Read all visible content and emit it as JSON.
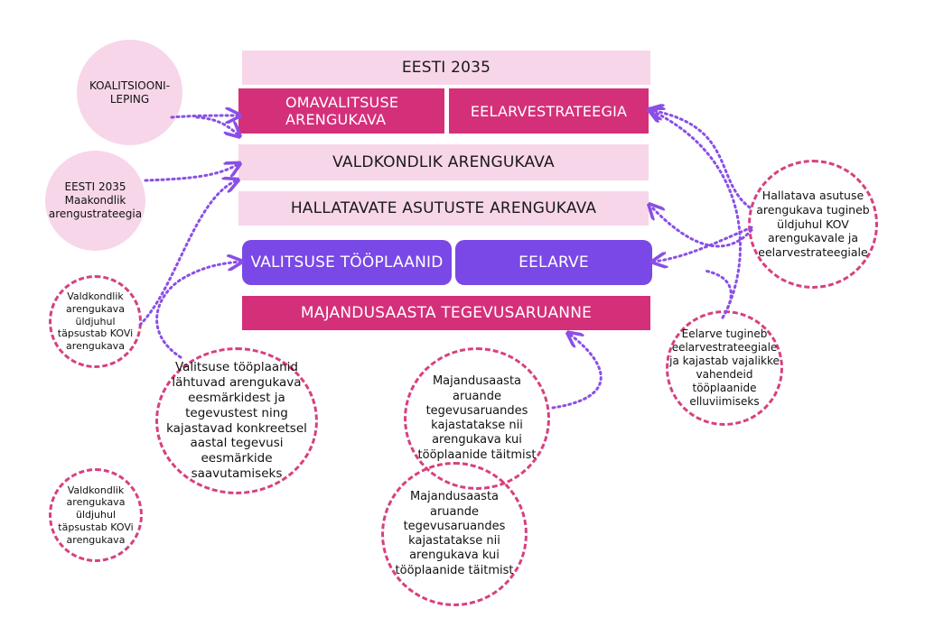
{
  "boxes": {
    "eesti": "EESTI 2035",
    "omavalitsus": "OMAVALITSUSE\nARENGUKAVA",
    "eelarvestrateegia": "EELARVESTRATEEGIA",
    "valdkondlik": "VALDKONDLIK ARENGUKAVA",
    "hallatavate": "HALLATAVATE ASUTUSTE ARENGUKAVA",
    "valitsuse": "VALITSUSE TÖÖPLAANID",
    "eelarve": "EELARVE",
    "majandusaasta": "MAJANDUSAASTA TEGEVUSARUANNE"
  },
  "circles": {
    "koalitsioon": "KOALITSIOONI-\nLEPING",
    "maakondlik": "EESTI 2035\nMaakondlik\narengustrateegia",
    "valdkondlik_1": "Valdkondlik\narengukava\nüldjuhul\ntäpsustab KOVi\narengukava",
    "valitsuse_note": "Valitsuse tööplaanid\nlähtuvad arengukava\neesmärkidest ja\ntegevustest ning\nkajastavad konkreetsel\naastal tegevusi\neesmärkide\nsaavutamiseks",
    "majandus_1": "Majandusaasta\naruande\ntegevusaruandes\nkajastatakse nii\narengukava kui\ntööplaanide täitmist",
    "hallatava_note": "Hallatava asutuse\narengukava tugineb\nüldjuhul KOV\narengukavale ja\neelarvestrateegiale",
    "eelarve_note": "Eelarve tugineb\neelarvestrateegiale\nja kajastab vajalikke\nvahendeid\ntööplaanide\nelluviimiseks",
    "valdkondlik_2": "Valdkondlik\narengukava\nüldjuhul\ntäpsustab KOVi\narengukava",
    "majandus_2": "Majandusaasta\naruande\ntegevusaruandes\nkajastatakse nii\narengukava kui\ntööplaanide täitmist"
  },
  "colors": {
    "light_pink": "#f7d6ea",
    "magenta": "#d4307a",
    "purple": "#7a48e6",
    "dashed_border": "#d7407f",
    "arrow": "#8a4fe6"
  }
}
